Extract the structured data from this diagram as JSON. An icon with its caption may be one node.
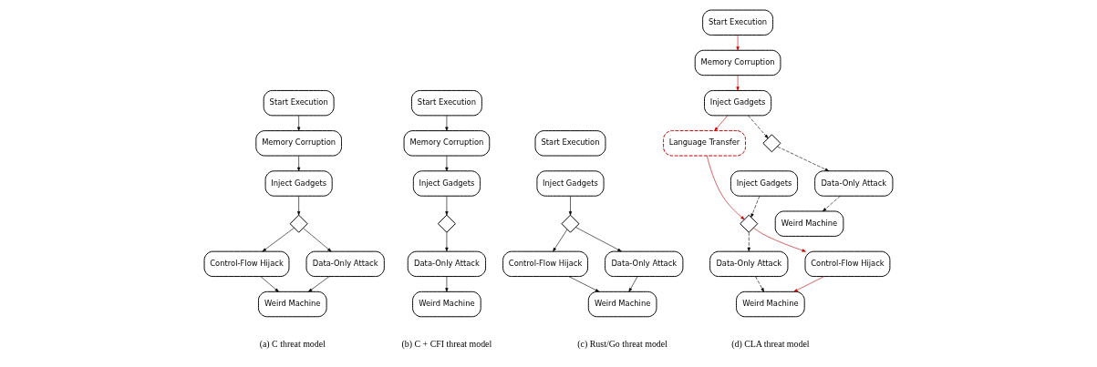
{
  "diagram": {
    "nodes": [
      {
        "text": [
          "Start Execution"
        ]
      },
      {
        "text": [
          "Memory Corruption"
        ]
      },
      {
        "text": [
          "Inject Gadgets"
        ]
      },
      {
        "text": [],
        "shape": "diamond"
      },
      {
        "text": [
          "Control-Flow Hijack"
        ]
      },
      {
        "text": [
          "Data-Only Attack"
        ]
      },
      {
        "text": [
          "Weird Machine"
        ]
      },
      {
        "text": [
          "Start Execution"
        ]
      },
      {
        "text": [
          "Memory Corruption"
        ]
      },
      {
        "text": [
          "Inject Gadgets"
        ]
      },
      {
        "text": [],
        "shape": "diamond"
      },
      {
        "text": [
          "Data-Only Attack"
        ]
      },
      {
        "text": [
          "Weird Machine"
        ]
      },
      {
        "text": [
          "Start Execution"
        ]
      },
      {
        "text": [
          "Inject Gadgets"
        ]
      },
      {
        "text": [],
        "shape": "diamond"
      },
      {
        "text": [
          "Control-Flow Hijack"
        ]
      },
      {
        "text": [
          "Data-Only Attack"
        ]
      },
      {
        "text": [
          "Weird Machine"
        ]
      },
      {
        "text": [
          "Start Execution"
        ]
      },
      {
        "text": [
          "Memory Corruption"
        ]
      },
      {
        "text": [
          "Inject Gadgets"
        ]
      },
      {
        "text": [
          "Language Transfer"
        ]
      },
      {
        "text": [],
        "shape": "diamond"
      },
      {
        "text": [
          "Data-Only Attack"
        ]
      },
      {
        "text": [
          "Weird Machine"
        ]
      },
      {
        "text": [
          "Inject Gadgets"
        ]
      },
      {
        "text": [],
        "shape": "diamond"
      },
      {
        "text": [
          "Control-Flow Hijack"
        ]
      },
      {
        "text": [
          "Data-Only Attack"
        ]
      },
      {
        "text": [
          "Weird Machine"
        ]
      }
    ],
    "edges": [
      {
        "from": 0,
        "to": 1,
        "arrow": "to"
      },
      {
        "from": 1,
        "to": 2,
        "arrow": "to"
      },
      {
        "from": 2,
        "to": 3,
        "arrow": "to"
      },
      {
        "from": 3,
        "to": 4,
        "arrow": "to"
      },
      {
        "from": 3,
        "to": 5,
        "arrow": "to"
      },
      {
        "from": 4,
        "to": 6,
        "arrow": "to"
      },
      {
        "from": 5,
        "to": 6,
        "arrow": "to"
      },
      {
        "from": 7,
        "to": 8,
        "arrow": "to"
      },
      {
        "from": 8,
        "to": 9,
        "arrow": "to"
      },
      {
        "from": 9,
        "to": 10,
        "arrow": "to"
      },
      {
        "from": 10,
        "to": 11,
        "arrow": "to"
      },
      {
        "from": 11,
        "to": 12,
        "arrow": "to"
      },
      {
        "from": 14,
        "to": 15,
        "arrow": "to"
      },
      {
        "from": 15,
        "to": 16,
        "arrow": "to"
      },
      {
        "from": 15,
        "to": 17,
        "arrow": "to"
      },
      {
        "from": 16,
        "to": 18,
        "arrow": "to"
      },
      {
        "from": 17,
        "to": 18,
        "arrow": "to"
      },
      {
        "from": 19,
        "to": 20,
        "arrow": "to",
        "color": "#c00000"
      },
      {
        "from": 20,
        "to": 21,
        "arrow": "to",
        "color": "#c00000"
      },
      {
        "from": 21,
        "to": 22,
        "arrow": "to",
        "color": "#c00000"
      },
      {
        "from": 22,
        "to": 27,
        "arrow": "to",
        "color": "#c00000"
      },
      {
        "from": 21,
        "to": 23,
        "arrow": "to",
        "style": "dashed"
      },
      {
        "from": 23,
        "to": 24,
        "arrow": "to",
        "style": "dashed"
      },
      {
        "from": 24,
        "to": 25,
        "arrow": "to",
        "style": "dashed"
      },
      {
        "from": 26,
        "to": 27,
        "arrow": "to",
        "style": "dashed"
      },
      {
        "from": 27,
        "to": 28,
        "arrow": "to",
        "color": "#c00000"
      },
      {
        "from": 27,
        "to": 29,
        "arrow": "to",
        "style": "dashed"
      },
      {
        "from": 28,
        "to": 30,
        "arrow": "to",
        "color": "#c00000"
      },
      {
        "from": 29,
        "to": 30,
        "arrow": "to",
        "style": "dashed"
      }
    ],
    "labels": [
      "(a) C threat model",
      "(b) C + CFI threat model",
      "(c) Rust/Go threat model",
      "(d) CLA threat model"
    ]
  }
}
